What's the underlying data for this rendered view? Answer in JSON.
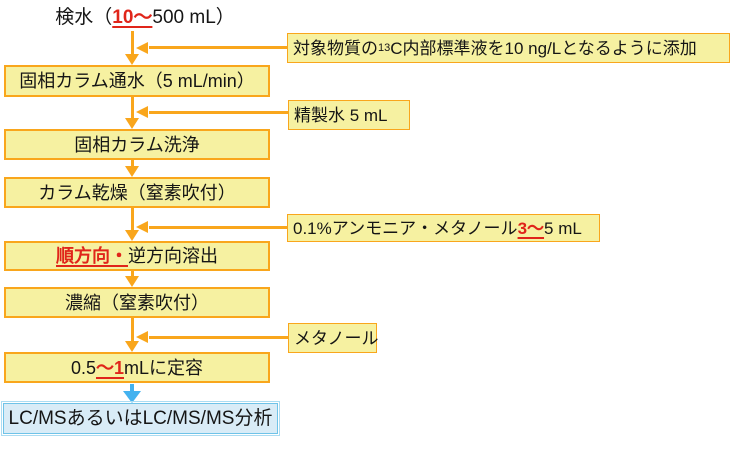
{
  "palette": {
    "box_fill": "#F6F1A1",
    "box_border": "#F9A61C",
    "arrow_orange": "#F9A61C",
    "red_text": "#E0251A",
    "final_fill": "#D9ECF7",
    "final_border": "#6FC3E8",
    "final_outer": "#ABDCF2",
    "blue_arrow": "#44B2EF",
    "text_black": "#151515"
  },
  "flow": {
    "source": {
      "pre": "検水（",
      "highlight": "10～",
      "post": "500 mL）"
    },
    "steps": [
      {
        "pre": "固相カラム通水（5 mL/min）",
        "highlight": "",
        "post": ""
      },
      {
        "pre": "固相カラム洗浄",
        "highlight": "",
        "post": ""
      },
      {
        "pre": "カラム乾燥（窒素吹付）",
        "highlight": "",
        "post": ""
      },
      {
        "pre": "",
        "highlight": "順方向・",
        "post": "逆方向溶出"
      },
      {
        "pre": "濃縮（窒素吹付）",
        "highlight": "",
        "post": ""
      },
      {
        "pre": "0.5",
        "highlight": "～1",
        "post": " mLに定容"
      }
    ],
    "final_step": {
      "label": "LC/MSあるいはLC/MS/MS分析"
    }
  },
  "annotations": [
    {
      "t1": "対象物質の",
      "sup": "13",
      "t2": "C内部標準液を10 ng/Lとなるように添加",
      "highlight": "",
      "t3": ""
    },
    {
      "t1": "精製水 5 mL",
      "sup": "",
      "t2": "",
      "highlight": "",
      "t3": ""
    },
    {
      "t1": "0.1%アンモニア・メタノール ",
      "sup": "",
      "t2": "",
      "highlight": "3～",
      "t3": "5 mL"
    },
    {
      "t1": "メタノール",
      "sup": "",
      "t2": "",
      "highlight": "",
      "t3": ""
    }
  ]
}
